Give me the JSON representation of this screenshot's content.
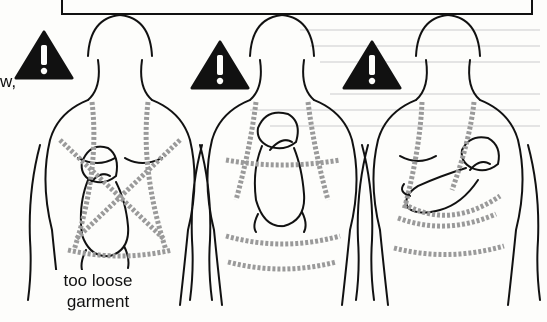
{
  "left_text_fragment": "w,",
  "caption": {
    "line1": "too loose",
    "line2": "garment"
  },
  "warning_icons": [
    "warning-triangle-icon",
    "warning-triangle-icon",
    "warning-triangle-icon"
  ],
  "colors": {
    "ink": "#111111",
    "sling_gray": "#9a9a9a",
    "paper": "#fdfdfb"
  }
}
